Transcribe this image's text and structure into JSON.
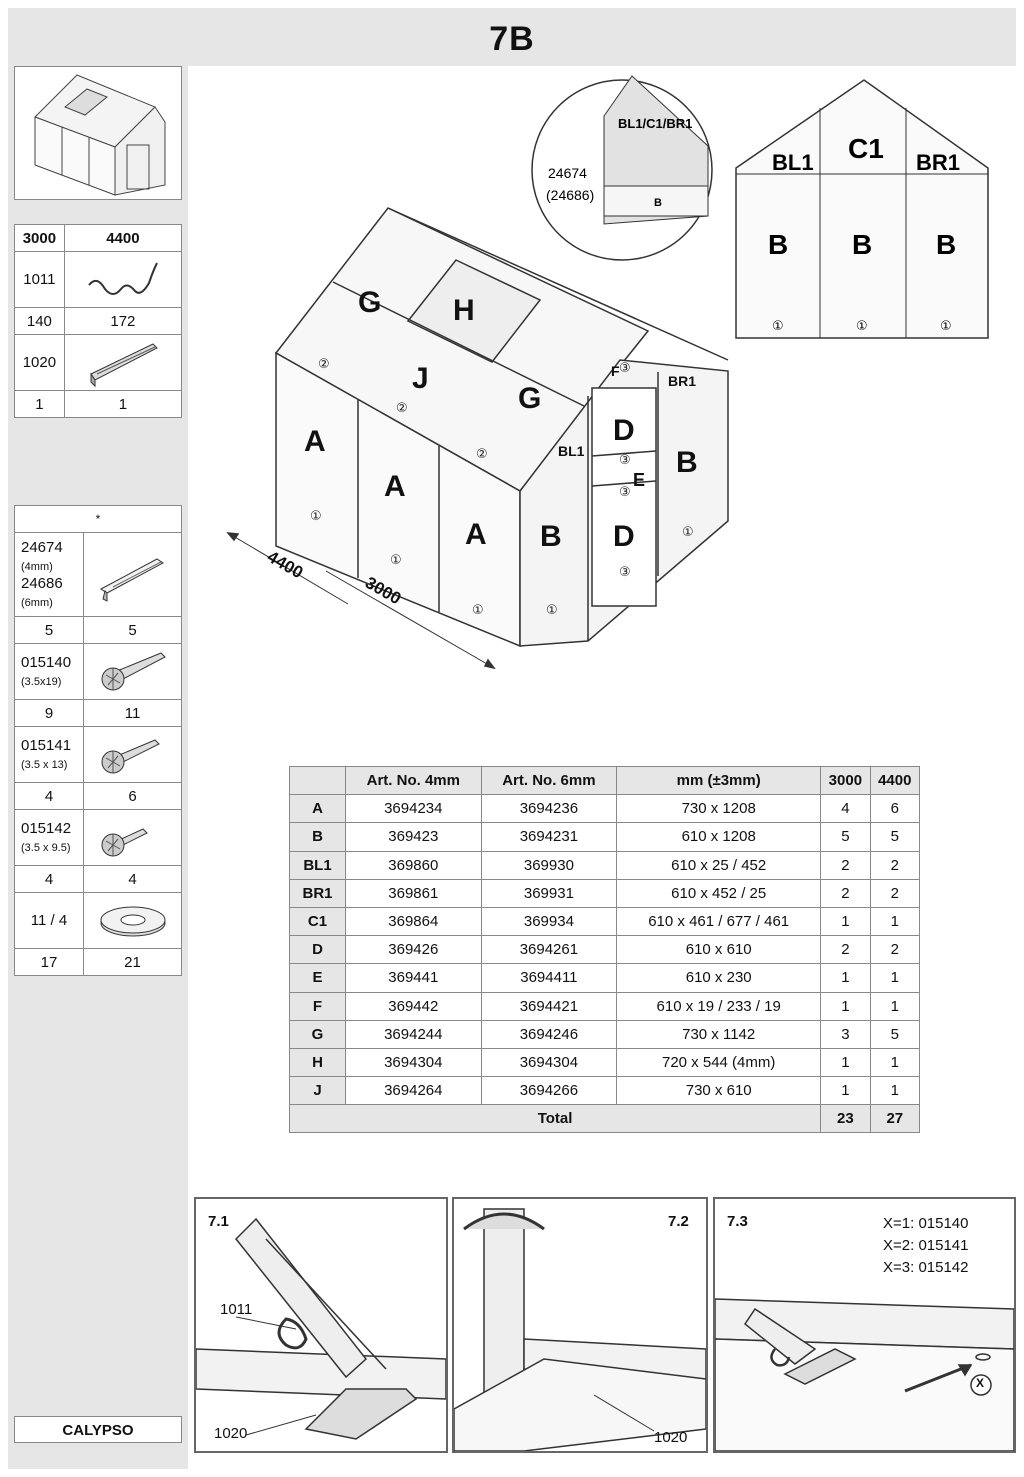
{
  "step_title": "7B",
  "brand": "CALYPSO",
  "sidebar": {
    "size_headers": [
      "3000",
      "4400"
    ],
    "parts_top": [
      {
        "code": "1011",
        "qty_3000": "140",
        "qty_4400": "172",
        "icon": "wire-clip-icon"
      },
      {
        "code": "1020",
        "qty_3000": "1",
        "qty_4400": "1",
        "icon": "glazing-profile-icon"
      }
    ],
    "star": "*",
    "parts_bottom": [
      {
        "code": "24674",
        "code_note": "(4mm)",
        "code2": "24686",
        "code2_note": "(6mm)",
        "qty_3000": "5",
        "qty_4400": "5",
        "icon": "cap-profile-icon"
      },
      {
        "code": "015140",
        "code_note": "(3.5x19)",
        "qty_3000": "9",
        "qty_4400": "11",
        "icon": "screw-icon"
      },
      {
        "code": "015141",
        "code_note": "(3.5 x 13)",
        "qty_3000": "4",
        "qty_4400": "6",
        "icon": "screw-icon"
      },
      {
        "code": "015142",
        "code_note": "(3.5 x 9.5)",
        "qty_3000": "4",
        "qty_4400": "4",
        "icon": "screw-icon"
      },
      {
        "code": "11 / 4",
        "qty_3000": "17",
        "qty_4400": "21",
        "icon": "washer-icon"
      }
    ]
  },
  "diagram": {
    "panel_labels": [
      "G",
      "H",
      "J",
      "G",
      "A",
      "A",
      "A",
      "B",
      "B",
      "BL1",
      "BR1",
      "D",
      "E",
      "D",
      "F"
    ],
    "circled": [
      "①",
      "②",
      "③"
    ],
    "dimensions": [
      "4400",
      "3000"
    ],
    "inset_label": "BL1/C1/BR1",
    "inset_code": "24674",
    "inset_code2": "(24686)",
    "inset_b": "B",
    "gable_labels": [
      "BL1",
      "C1",
      "BR1",
      "B",
      "B",
      "B"
    ]
  },
  "parts_table": {
    "headers": [
      "",
      "Art. No. 4mm",
      "Art. No. 6mm",
      "mm (±3mm)",
      "3000",
      "4400"
    ],
    "rows": [
      [
        "A",
        "3694234",
        "3694236",
        "730 x 1208",
        "4",
        "6"
      ],
      [
        "B",
        "369423",
        "3694231",
        "610 x 1208",
        "5",
        "5"
      ],
      [
        "BL1",
        "369860",
        "369930",
        "610 x 25 / 452",
        "2",
        "2"
      ],
      [
        "BR1",
        "369861",
        "369931",
        "610 x 452 / 25",
        "2",
        "2"
      ],
      [
        "C1",
        "369864",
        "369934",
        "610 x 461 / 677 / 461",
        "1",
        "1"
      ],
      [
        "D",
        "369426",
        "3694261",
        "610 x 610",
        "2",
        "2"
      ],
      [
        "E",
        "369441",
        "3694411",
        "610 x 230",
        "1",
        "1"
      ],
      [
        "F",
        "369442",
        "3694421",
        "610 x 19 / 233 / 19",
        "1",
        "1"
      ],
      [
        "G",
        "3694244",
        "3694246",
        "730 x 1142",
        "3",
        "5"
      ],
      [
        "H",
        "3694304",
        "3694304",
        "720 x 544 (4mm)",
        "1",
        "1"
      ],
      [
        "J",
        "3694264",
        "3694266",
        "730 x 610",
        "1",
        "1"
      ]
    ],
    "total_label": "Total",
    "total_3000": "23",
    "total_4400": "27"
  },
  "details": [
    {
      "step": "7.1",
      "labels": [
        "1011",
        "1020"
      ]
    },
    {
      "step": "7.2",
      "labels": [
        "1020"
      ]
    },
    {
      "step": "7.3",
      "legend": [
        "X=1: 015140",
        "X=2: 015141",
        "X=3: 015142"
      ],
      "marker": "X"
    }
  ]
}
